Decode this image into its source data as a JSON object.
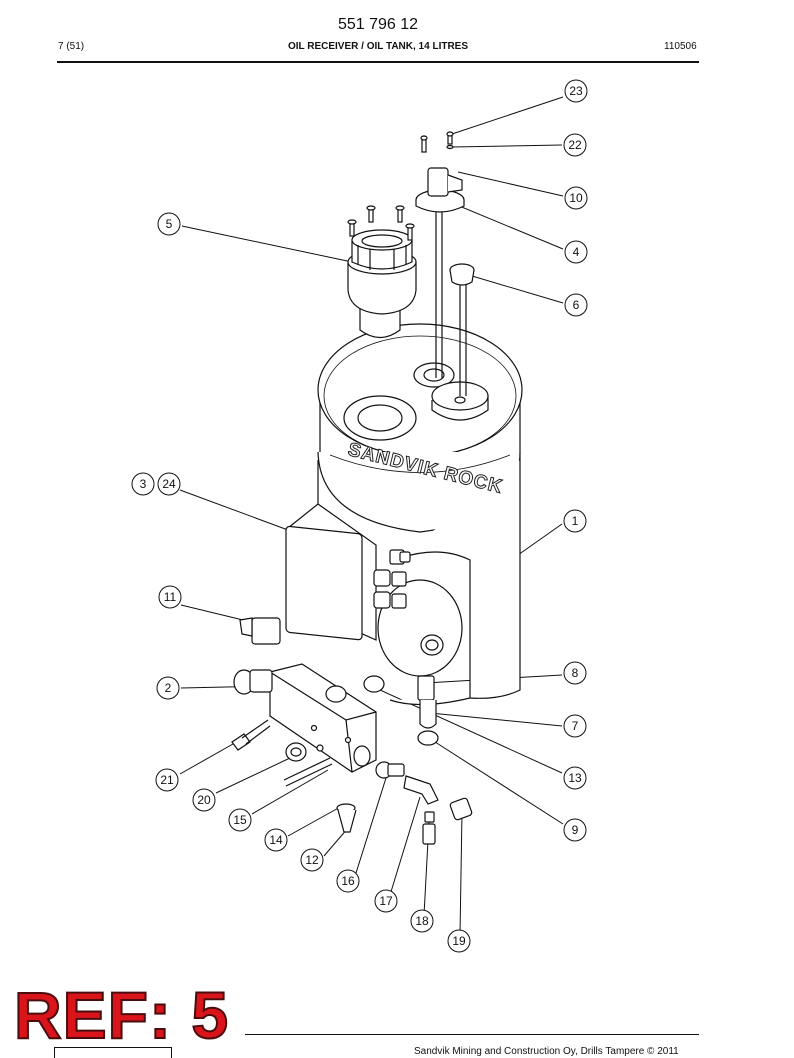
{
  "header": {
    "part_number": "551 796 12",
    "page": "7 (51)",
    "title": "OIL RECEIVER / OIL TANK, 14 LITRES",
    "date": "110506"
  },
  "drawing": {
    "tank_emboss": "SANDVIK ROCK",
    "callouts": [
      "23",
      "22",
      "10",
      "5",
      "4",
      "6",
      "3",
      "24",
      "1",
      "11",
      "8",
      "2",
      "7",
      "13",
      "21",
      "20",
      "15",
      "9",
      "14",
      "12",
      "16",
      "17",
      "18",
      "19"
    ]
  },
  "stamp": {
    "ref": "REF: 5"
  },
  "footer": {
    "copyright": "Sandvik Mining and Construction Oy, Drills Tampere © 2011"
  },
  "colors": {
    "stamp": "#d9141b",
    "line": "#111111"
  }
}
